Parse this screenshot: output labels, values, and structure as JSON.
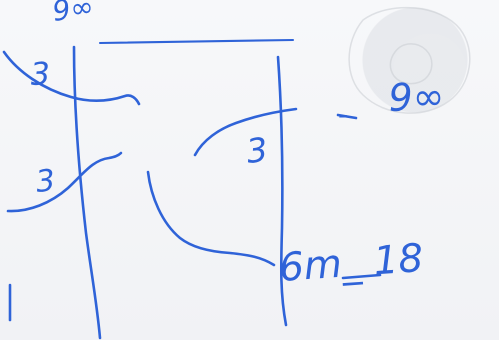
{
  "handwriting": {
    "top_label": "9∞",
    "left_top_label": "3",
    "left_bottom_label": "3",
    "center_label": "3",
    "right_minus": "-",
    "right_label": "9∞",
    "bottom_text": "6m_ 18",
    "ink_color": "#2f63d8"
  }
}
